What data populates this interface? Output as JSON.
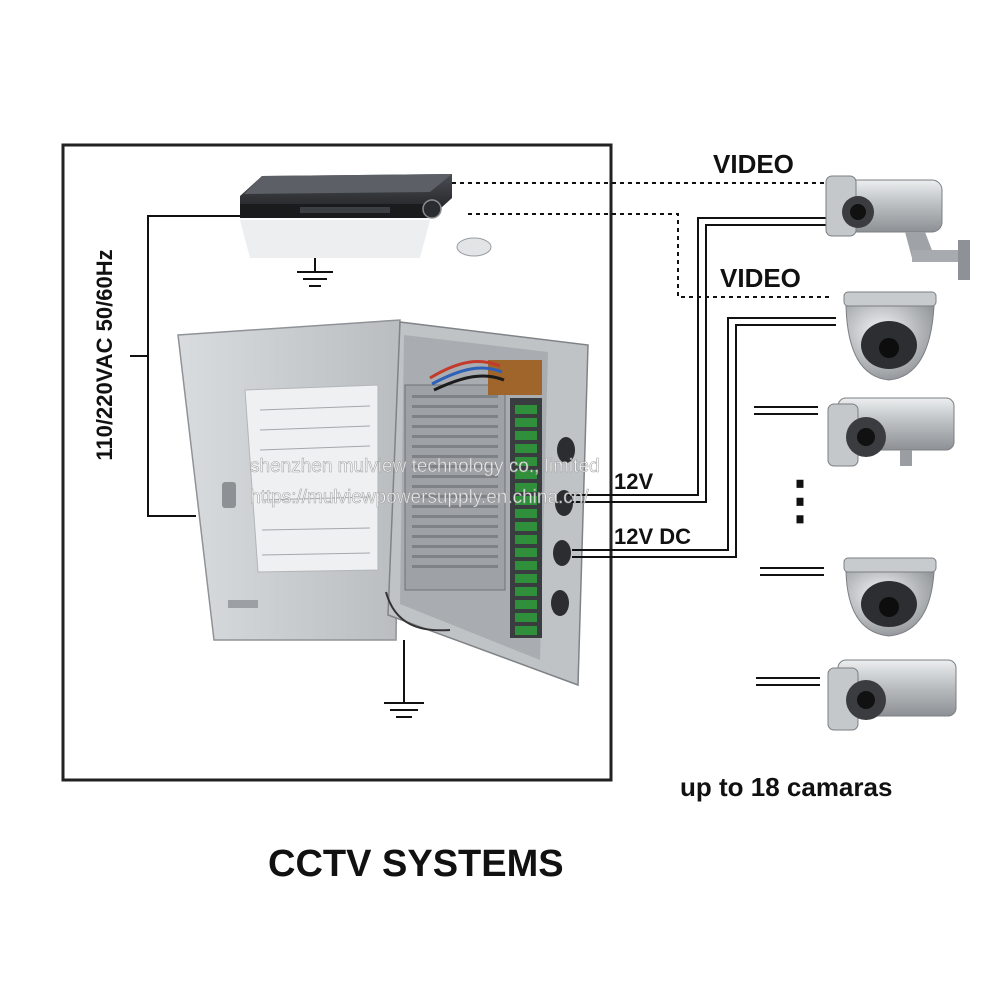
{
  "diagram": {
    "title": "CCTV SYSTEMS",
    "mains_label": "110/220VAC 50/60Hz",
    "video_label_1": "VIDEO",
    "video_label_2": "VIDEO",
    "dc_label_1": "12V",
    "dc_label_2": "12V DC",
    "camera_count_label": "up to 18 camaras",
    "ellipsis": "⋮",
    "watermark_line_1": "shenzhen mulview technology co., limited",
    "watermark_line_2": "https://mulviewpowersupply.en.china.cn/"
  },
  "colors": {
    "line": "#111111",
    "box_border": "#222222",
    "cabinet_grey": "#c9cccf",
    "board_green": "#2f8f3a",
    "camera_silver": "#d3d6d8"
  }
}
